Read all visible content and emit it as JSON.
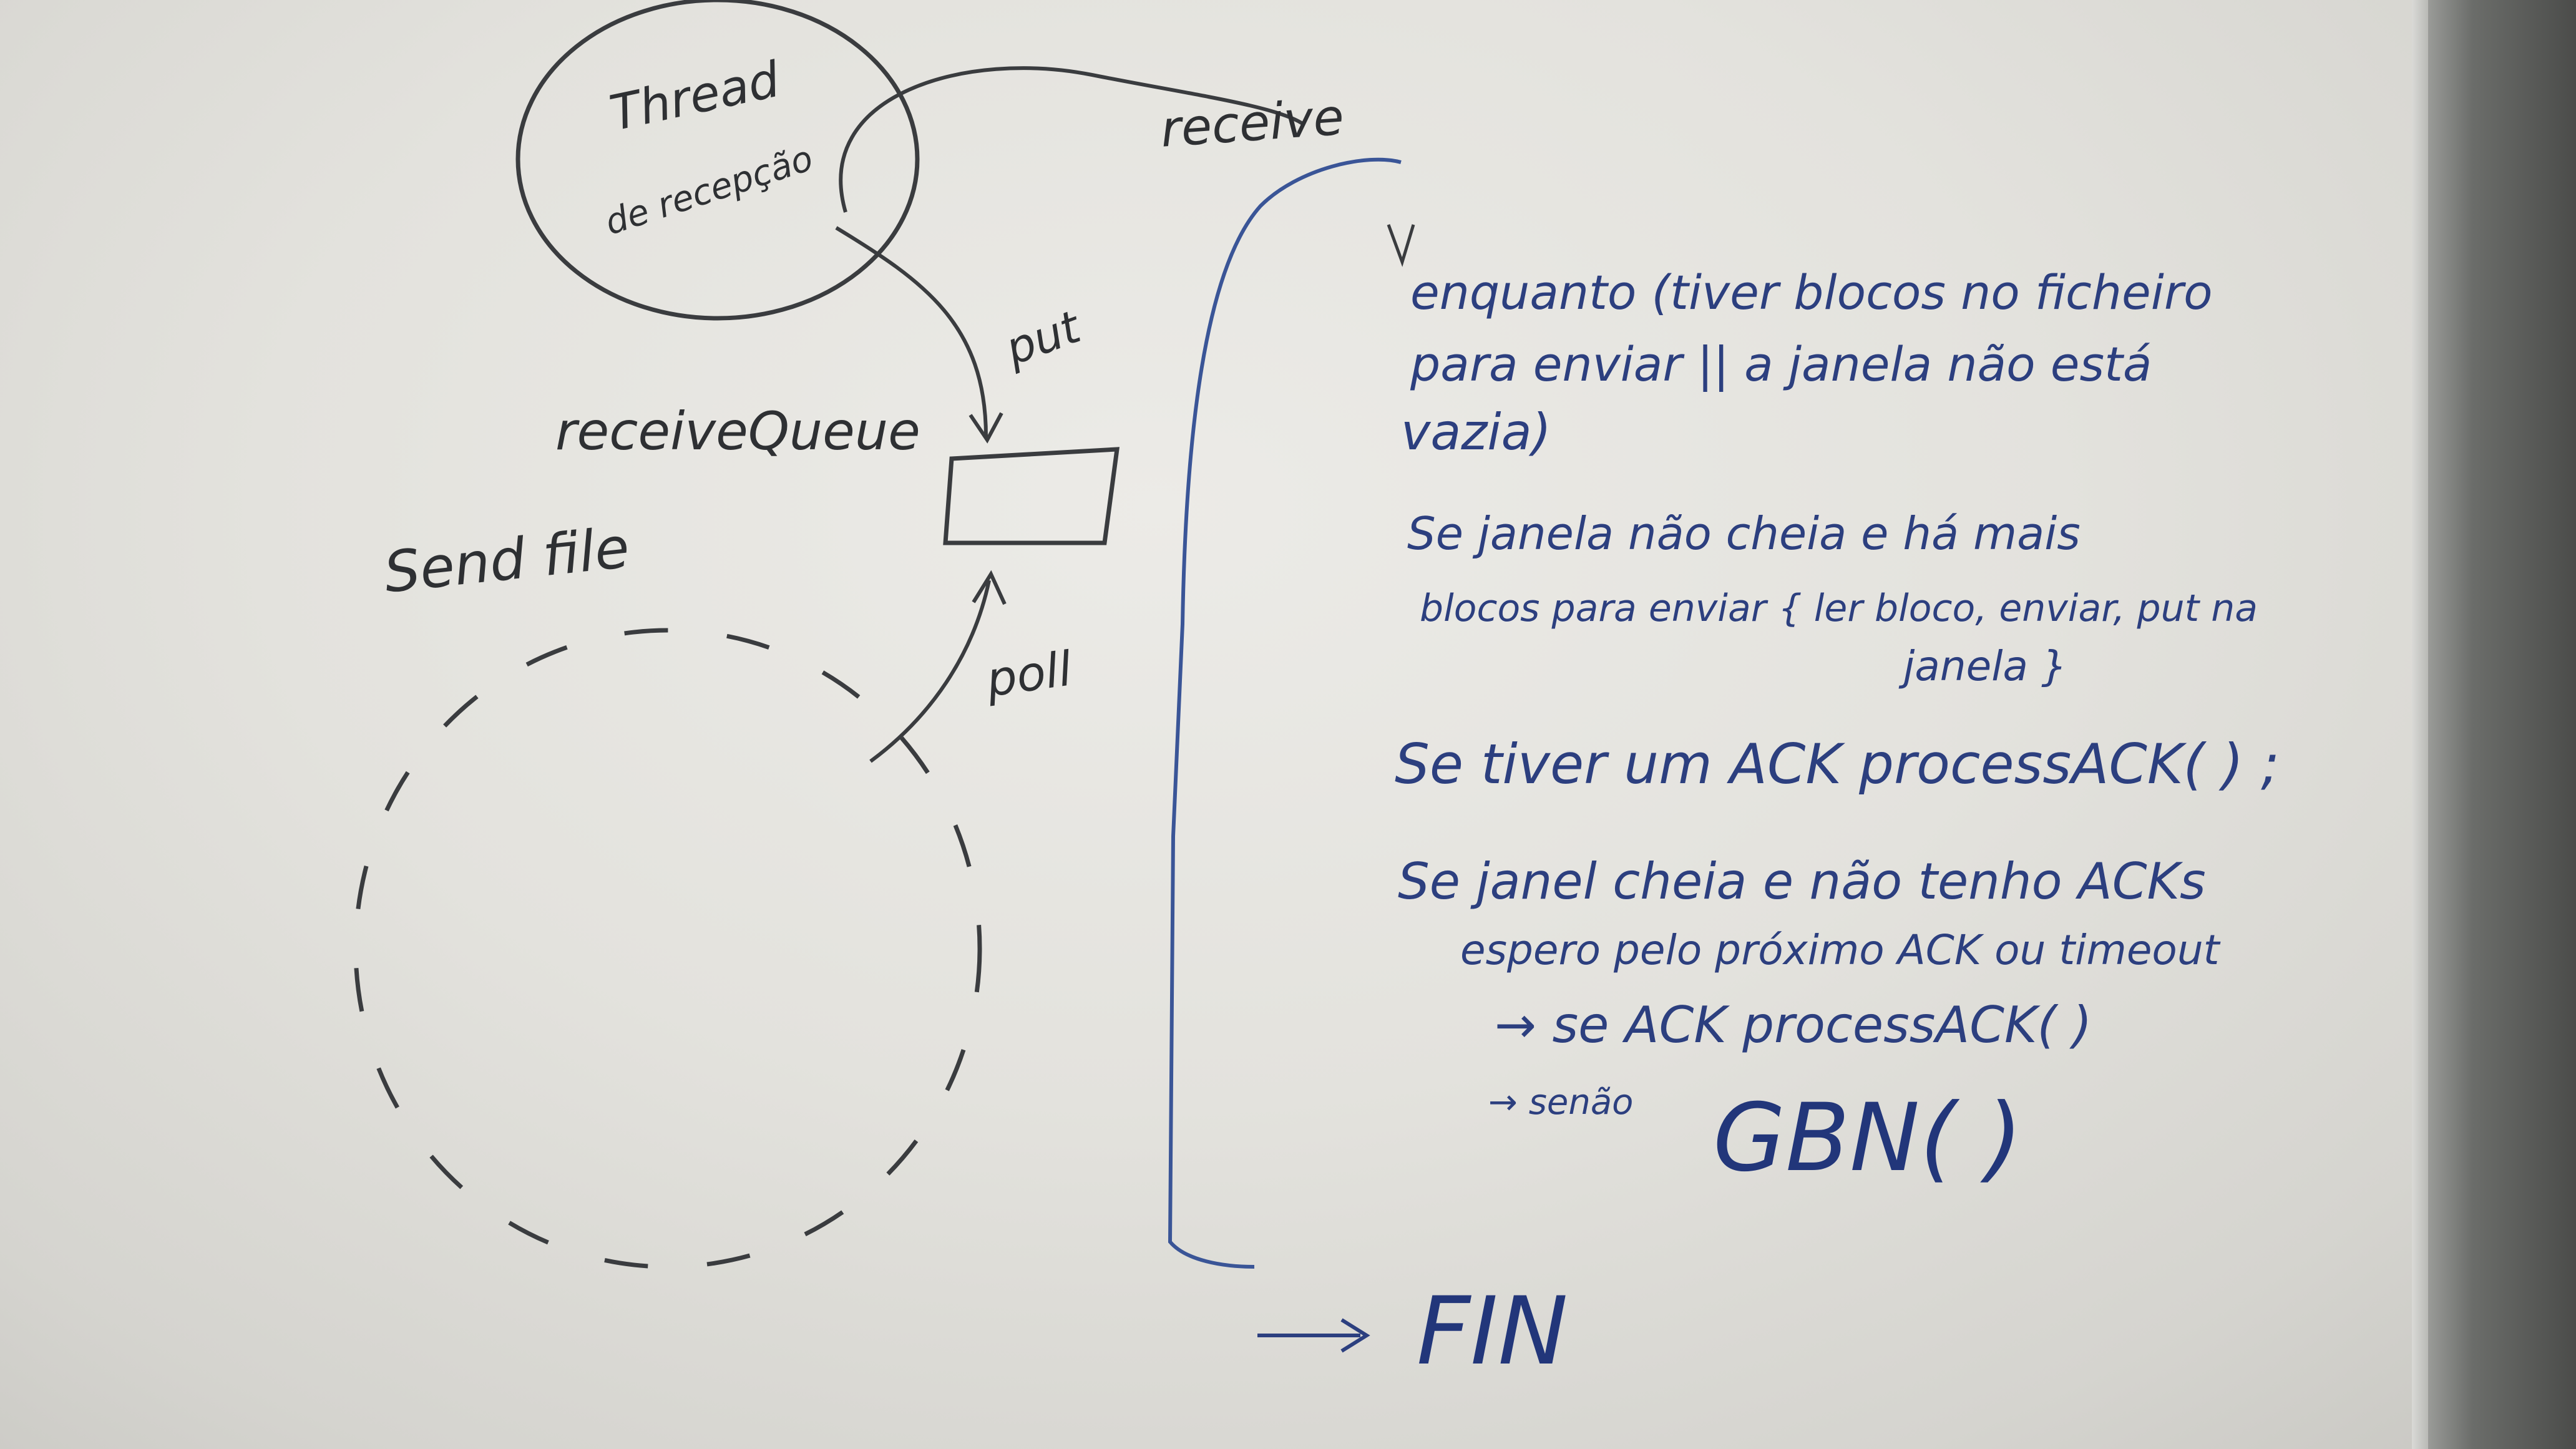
{
  "board": {
    "circle_label_line1": "Thread",
    "circle_label_line2": "de recepção",
    "receive_label": "receive",
    "put_label": "put",
    "queue_label": "receiveQueue",
    "sendfile_label": "Send file",
    "poll_label": "poll",
    "loop": {
      "line1": "enquanto (tiver blocos no ficheiro",
      "line2": "para enviar || a janela não está",
      "line3": "vazia)"
    },
    "rule1": {
      "line1": "Se janela não cheia e há mais",
      "line2": "blocos para enviar { ler bloco, enviar, put na",
      "line3": "janela }"
    },
    "rule2": {
      "line1": "Se tiver um ACK   processACK( ) ;"
    },
    "rule3": {
      "line1": "Se janel cheia e não tenho ACKs",
      "line2": "espero pelo próximo ACK ou timeout",
      "line3": "→ se ACK  processACK( )",
      "line4": "→ senão",
      "line5": "GBN( )"
    },
    "fin_arrow": "→",
    "fin_label": "FIN"
  },
  "colors": {
    "black_marker": "#2e3033",
    "blue_marker": "#2c3f7f",
    "board_white": "#e8e7e3",
    "frame_grey": "#5b5c5a"
  }
}
